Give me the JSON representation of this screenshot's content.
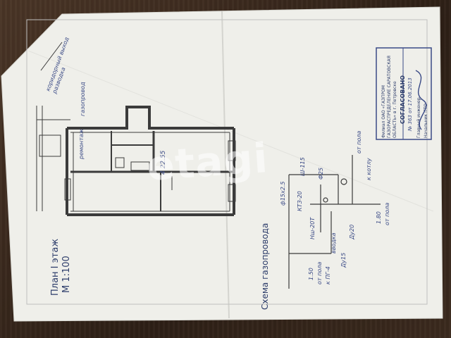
{
  "plan": {
    "title": "План I этаж",
    "scale": "М 1:100",
    "room_area_1": "4 22.55",
    "remont": "ремонтаж",
    "notes_top": [
      "коридорный выход",
      "разводка",
      "газопровод"
    ]
  },
  "scheme": {
    "title": "Схема газопровода",
    "labels": [
      "ф15х2.5",
      "КТЗ-20",
      "Нш-20Т",
      "Ф25",
      "Ш-115",
      "от пола",
      "к котлу",
      "1.50",
      "от пола",
      "к ПГ-4",
      "вводка",
      "Ду15",
      "Ду20",
      "1.80",
      "от пола"
    ]
  },
  "stamp": {
    "org_line1": "Филиал ОАО «ГАЗПРОМ",
    "org_line2": "ГАЗОРАСПРЕДЕЛЕНИЕ САРАТОВСКАЯ",
    "org_line3": "ОБЛАСТЬ» в г. Петровске",
    "approved": "СОГЛАСОВАНО",
    "number": "№ 363 от 17.06.2013",
    "engineer": "Главный инженер",
    "pto": "Начальник ПТО"
  },
  "watermark": "etagi",
  "colors": {
    "paper": "#f1f1ec",
    "ink": "#2d3d6a",
    "lines": "#3b3b3b",
    "table": "#3a2a1f"
  }
}
